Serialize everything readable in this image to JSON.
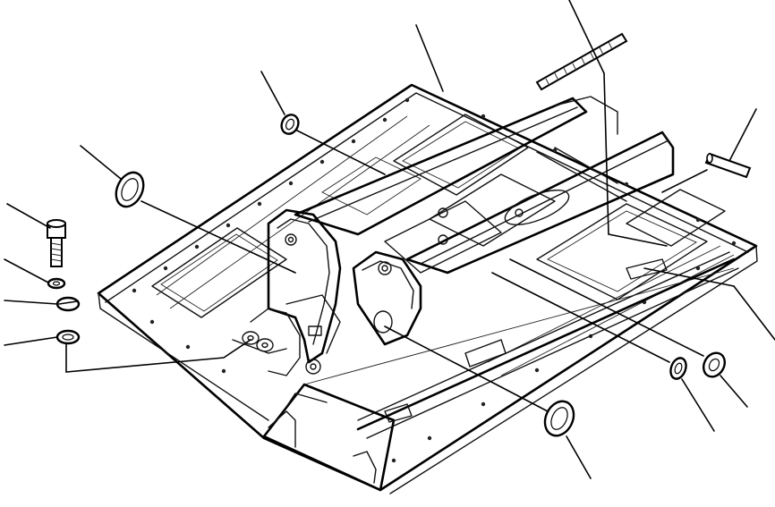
{
  "figure": {
    "background": "#ffffff",
    "line_color": "#000000",
    "callouts": [
      "leader-top-center",
      "leader-top-right",
      "leader-right-upper",
      "leader-right-middle",
      "leader-bottom-right-1",
      "leader-bottom-right-2",
      "leader-bottom-center",
      "leader-left-bolt",
      "leader-left-washer",
      "leader-left-collar",
      "leader-left-ring",
      "leader-left-seal",
      "leader-center-seal"
    ]
  }
}
